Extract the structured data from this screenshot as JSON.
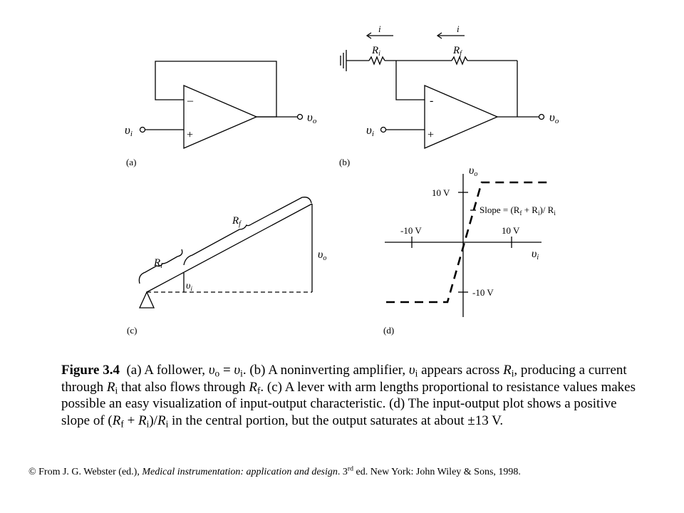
{
  "panels": {
    "a": {
      "tag": "(a)",
      "in_label": "υ",
      "in_sub": "i",
      "out_label": "υ",
      "out_sub": "o",
      "minus": "–",
      "plus": "+"
    },
    "b": {
      "tag": "(b)",
      "current": "i",
      "ri": "R",
      "ri_sub": "i",
      "rf": "R",
      "rf_sub": "f",
      "in_label": "υ",
      "in_sub": "i",
      "out_label": "υ",
      "out_sub": "o",
      "minus": "-",
      "plus": "+"
    },
    "c": {
      "tag": "(c)",
      "rf": "R",
      "rf_sub": "f",
      "ri": "R",
      "ri_sub": "i",
      "vo": "υ",
      "vo_sub": "o",
      "vi": "υ",
      "vi_sub": "i"
    },
    "d": {
      "tag": "(d)",
      "y_axis": "υ",
      "y_sub": "o",
      "x_axis": "υ",
      "x_sub": "i",
      "tick_pos_y": "10 V",
      "tick_neg_y": "-10 V",
      "tick_neg_x": "-10 V",
      "tick_pos_x": "10 V",
      "slope_prefix": "Slope = (R",
      "slope_f": "f",
      "slope_mid": " + R",
      "slope_i": "i",
      "slope_end": ")/ R",
      "slope_i2": "i"
    }
  },
  "caption": {
    "fig_label": "Figure 3.4",
    "p1": "(a) A follower, ",
    "vo": "υ",
    "vo_sub": "o",
    "p2": " = ",
    "vi": "υ",
    "vi_sub": "i",
    "p3": ". (b) A noninverting amplifier, ",
    "vi2": "υ",
    "vi2_sub": "i",
    "p4": " appears across ",
    "r1": "R",
    "r1_sub": "i",
    "p5": ", producing a current through ",
    "r2": "R",
    "r2_sub": "i",
    "p6": " that also flows through ",
    "r3": "R",
    "r3_sub": "f",
    "p7": ". (c) A lever with arm lengths proportional to resistance values makes possible an easy visualization of input-output characteristic.  (d) The input-output plot shows a positive slope of (",
    "r4": "R",
    "r4_sub": "f",
    "p8": " + ",
    "r5": "R",
    "r5_sub": "i",
    "p9": ")/",
    "r6": "R",
    "r6_sub": "i",
    "p10": " in the central portion, but the output saturates at about ±13 V."
  },
  "credit": {
    "c1": "© From J. G. Webster (ed.), ",
    "title": "Medical instrumentation: application and design",
    "c2": ". 3",
    "sup": "rd",
    "c3": " ed. New York: John Wiley & Sons, 1998."
  }
}
